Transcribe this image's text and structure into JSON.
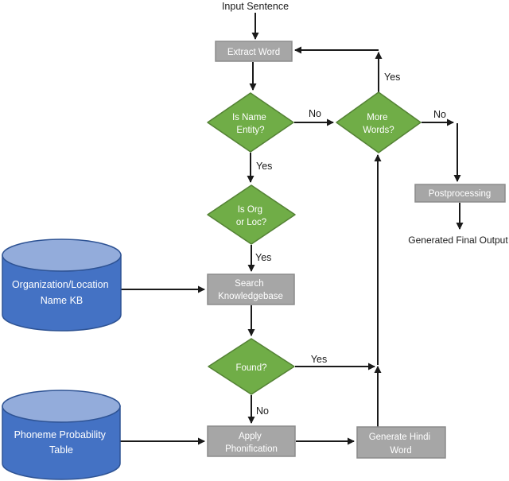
{
  "colors": {
    "connector": "#1a1a1a",
    "process_fill": "#a6a6a6",
    "process_border": "#8c8c8c",
    "decision_fill": "#70ad47",
    "decision_border": "#548235",
    "db_body": "#4472c4",
    "db_top": "#93acdb",
    "db_border": "#2e5394",
    "node_text": "#ffffff",
    "label_text": "#1a1a1a"
  },
  "nodes": {
    "input_sentence": {
      "label": "Input Sentence"
    },
    "extract_word": {
      "label": "Extract Word"
    },
    "is_name_entity": {
      "lines": [
        "Is Name",
        "Entity?"
      ]
    },
    "more_words": {
      "lines": [
        "More",
        "Words?"
      ]
    },
    "postprocessing": {
      "label": "Postprocessing"
    },
    "generated_final_output": {
      "label": "Generated Final Output"
    },
    "is_org_or_loc": {
      "lines": [
        "Is Org",
        "or Loc?"
      ]
    },
    "org_location_kb": {
      "lines": [
        "Organization/Location",
        "Name KB"
      ]
    },
    "search_knowledgebase": {
      "lines": [
        "Search",
        "Knowledgebase"
      ]
    },
    "found": {
      "label": "Found?"
    },
    "phoneme_table": {
      "lines": [
        "Phoneme Probability",
        "Table"
      ]
    },
    "apply_phonification": {
      "lines": [
        "Apply",
        "Phonification"
      ]
    },
    "generate_hindi_word": {
      "lines": [
        "Generate Hindi",
        "Word"
      ]
    }
  },
  "edge_labels": {
    "name_entity_no": "No",
    "name_entity_yes": "Yes",
    "org_loc_yes": "Yes",
    "found_yes": "Yes",
    "found_no": "No",
    "more_words_yes": "Yes",
    "more_words_no": "No"
  }
}
